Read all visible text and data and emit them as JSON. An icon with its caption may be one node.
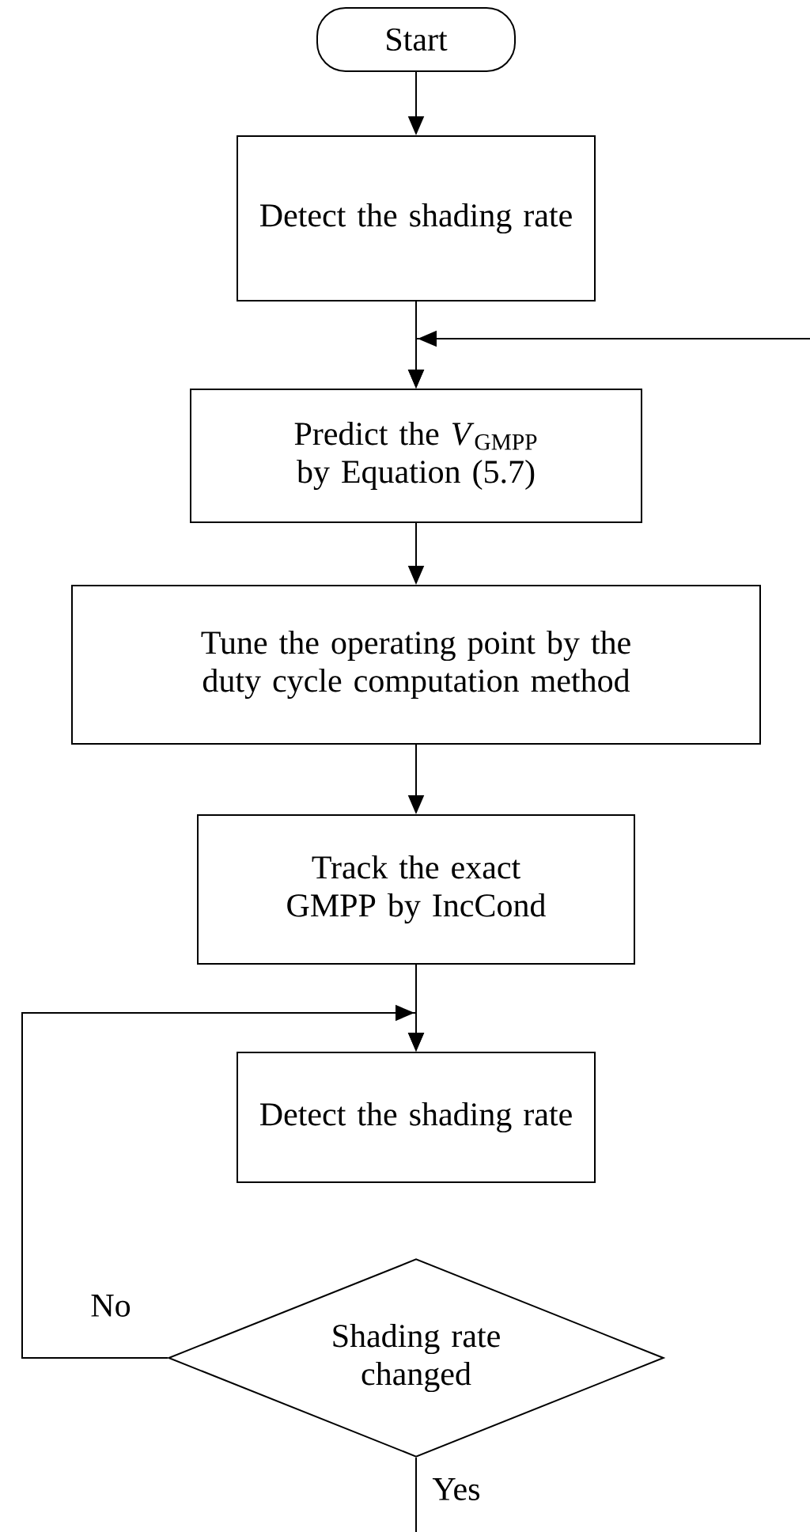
{
  "diagram": {
    "nodes": [
      {
        "text": [
          "Start"
        ]
      },
      {
        "text": [
          "Detect the shading rate"
        ]
      },
      {
        "text": [
          "Predict the *V*$_{GMPP}$ by Equation (5.7)"
        ]
      },
      {
        "text": [
          "Tune the operating point by the duty cycle computation method"
        ]
      },
      {
        "text": [
          "Track the exact GMPP by IncCond"
        ]
      },
      {
        "text": [
          "Detect the shading rate"
        ]
      },
      {
        "text": [
          "Shading rate changed"
        ]
      }
    ],
    "edges": [
      {
        "from": 0,
        "to": 1,
        "arrow": "to"
      },
      {
        "from": 1,
        "to": 2,
        "arrow": "to"
      },
      {
        "from": null,
        "to": 2,
        "arrow": "to"
      },
      {
        "from": 2,
        "to": 3,
        "arrow": "to"
      },
      {
        "from": 3,
        "to": 4,
        "arrow": "to"
      },
      {
        "from": 4,
        "to": 5,
        "arrow": "to"
      },
      {
        "from": 6,
        "to": 5,
        "arrow": "to",
        "label": "No"
      },
      {
        "from": 6,
        "to": null,
        "arrow": "none",
        "label": "Yes"
      }
    ]
  }
}
